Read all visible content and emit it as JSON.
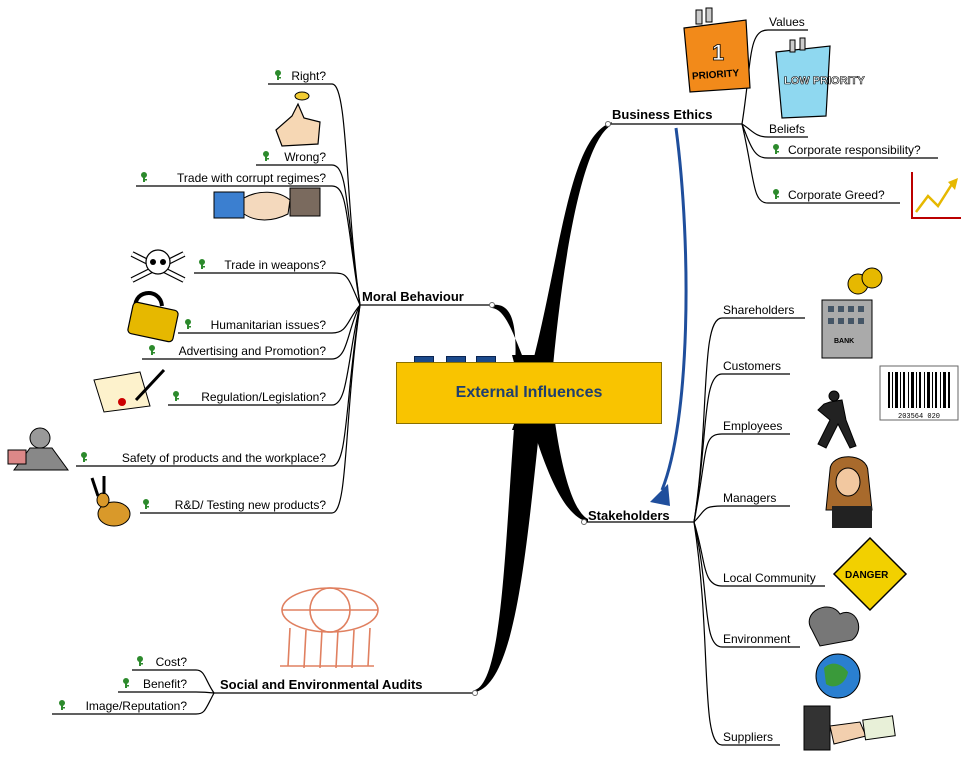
{
  "central_topic": "External Influences",
  "branches": {
    "business_ethics": {
      "title": "Business Ethics",
      "subtopics": [
        "Values",
        "Beliefs",
        "Corporate responsibility?",
        "Corporate Greed?"
      ],
      "clipart": [
        {
          "icon": "priority-1-sign-icon",
          "text": "PRIORITY"
        },
        {
          "icon": "low-priority-sign-icon",
          "text": "LOW PRIORITY"
        },
        {
          "icon": "rising-chart-icon"
        }
      ]
    },
    "moral_behaviour": {
      "title": "Moral Behaviour",
      "subtopics": [
        "Right?",
        "Wrong?",
        "Trade with corrupt regimes?",
        "Trade in weapons?",
        "Humanitarian issues?",
        "Advertising and Promotion?",
        "Regulation/Legislation?",
        "Safety of products and the workplace?",
        "R&D/ Testing new products?"
      ],
      "clipart": [
        {
          "icon": "thumbs-up-coin-icon"
        },
        {
          "icon": "handshake-icon"
        },
        {
          "icon": "skull-crossbones-icon"
        },
        {
          "icon": "padlock-icon"
        },
        {
          "icon": "contract-pen-icon"
        },
        {
          "icon": "hazmat-worker-icon"
        },
        {
          "icon": "rabbit-icon"
        }
      ]
    },
    "stakeholders": {
      "title": "Stakeholders",
      "subtopics": [
        "Shareholders",
        "Customers",
        "Employees",
        "Managers",
        "Local Community",
        "Environment",
        "Suppliers"
      ],
      "clipart": [
        {
          "icon": "bank-coins-icon",
          "text": "BANK"
        },
        {
          "icon": "barcode-icon",
          "text": "203564 020"
        },
        {
          "icon": "running-man-icon"
        },
        {
          "icon": "woman-phone-icon"
        },
        {
          "icon": "danger-sign-icon",
          "text": "DANGER"
        },
        {
          "icon": "polluted-earth-icon"
        },
        {
          "icon": "hand-money-icon"
        }
      ]
    },
    "audits": {
      "title": "Social and Environmental Audits",
      "subtopics": [
        "Cost?",
        "Benefit?",
        "Image/Reputation?"
      ],
      "clipart": [
        {
          "icon": "people-holding-globe-icon"
        }
      ]
    }
  },
  "colors": {
    "central_fill": "#f9c400",
    "central_text": "#1f3f6f",
    "tab_blue": "#1c4a8c",
    "relationship_arrow": "#1f4e9c",
    "key_icon": "#2c8a2c"
  }
}
